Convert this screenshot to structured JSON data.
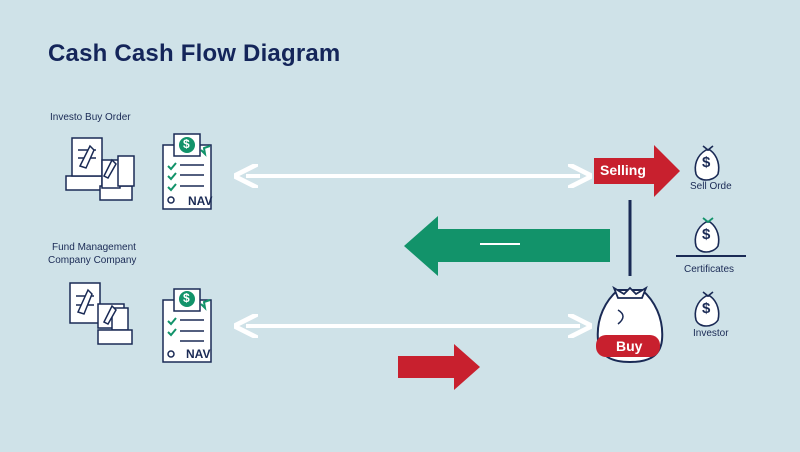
{
  "title": "Cash Cash Flow Diagram",
  "labels": {
    "investor_buy_order": "Investo Buy Order",
    "fund_management_1": "Fund Management",
    "fund_management_2": "Company Company",
    "sell_order": "Sell Orde",
    "certificates": "Certificates",
    "investor": "Investor"
  },
  "arrows": {
    "selling": "Selling",
    "buy": "Buy"
  },
  "document_icons": {
    "nav_top": "NAV",
    "nav_bottom": "NAV",
    "dollar": "$"
  },
  "icons": {
    "documents": "documents-stack-icon",
    "nav_sheet": "nav-checklist-icon",
    "money_bag": "money-bag-icon"
  },
  "colors": {
    "background": "#cfe2e8",
    "navy": "#1a2a55",
    "red": "#c8202e",
    "green": "#12936a",
    "white": "#ffffff"
  }
}
